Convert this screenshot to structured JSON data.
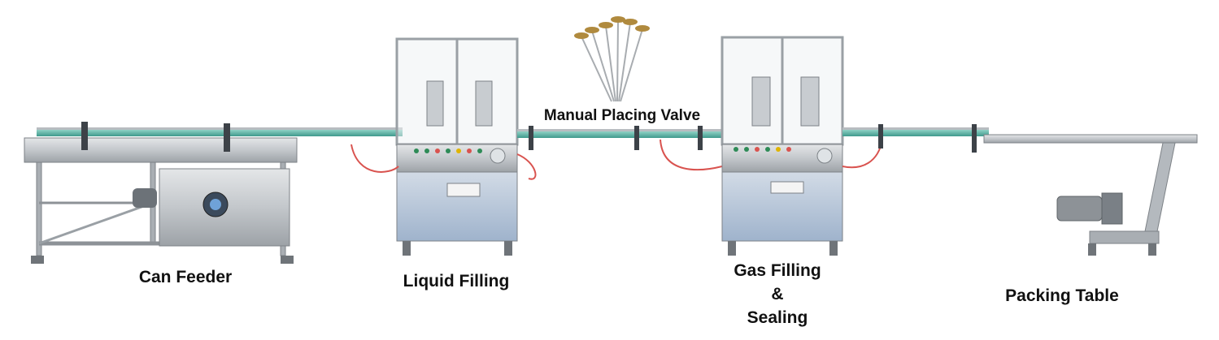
{
  "labels": {
    "can_feeder": "Can Feeder",
    "liquid_filling": "Liquid Filling",
    "manual_valve": "Manual Placing Valve",
    "gas_line1": "Gas Filling",
    "gas_line2": "&",
    "gas_line3": "Sealing",
    "packing_table": "Packing Table"
  },
  "colors": {
    "steel": "#c9ccd0",
    "steel_dark": "#8d9297",
    "belt": "#5fb7a9",
    "panel_blue": "#b8c8dc",
    "hose": "#d9534f",
    "brass": "#b08a3e"
  }
}
